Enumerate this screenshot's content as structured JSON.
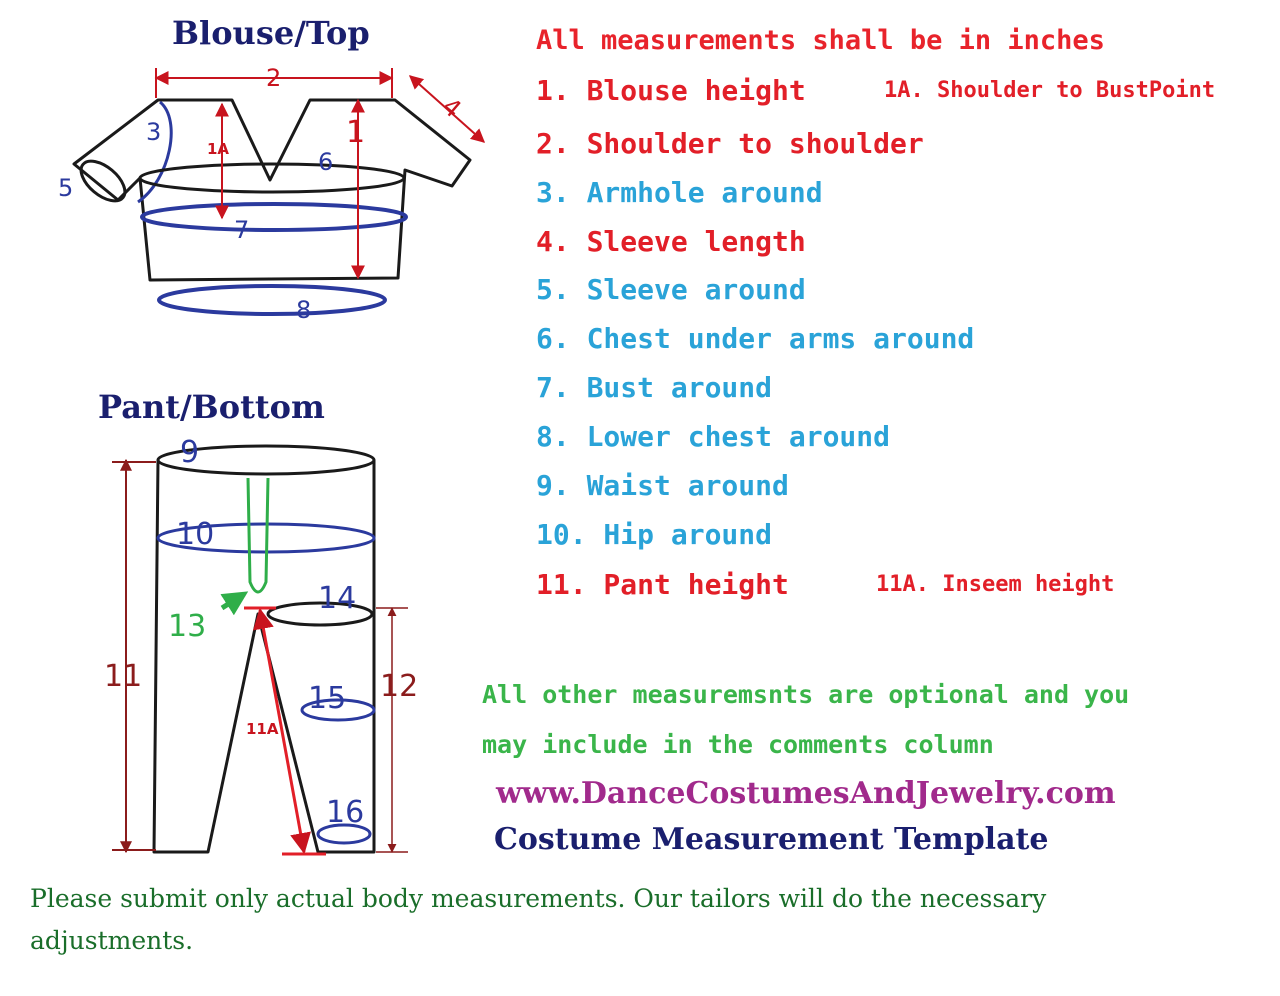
{
  "diagram": {
    "blouse_title": "Blouse/Top",
    "pant_title": "Pant/Bottom",
    "blouse_labels": {
      "l1": "1",
      "l1a": "1A",
      "l2": "2",
      "l3": "3",
      "l4": "4",
      "l5": "5",
      "l6": "6",
      "l7": "7",
      "l8": "8"
    },
    "pant_labels": {
      "l9": "9",
      "l10": "10",
      "l11": "11",
      "l11a": "11A",
      "l12": "12",
      "l13": "13",
      "l14": "14",
      "l15": "15",
      "l16": "16"
    },
    "colors": {
      "outline": "#1a1a1a",
      "measure_blue": "#2b3a9e",
      "measure_red": "#c8141e",
      "crotch_green": "#2fae49",
      "dim_brown": "#8b1c1c"
    }
  },
  "list": {
    "heading": "All measurements shall be in inches",
    "items": [
      {
        "text": "1. Blouse height",
        "color": "red"
      },
      {
        "text": "2. Shoulder to shoulder",
        "color": "red"
      },
      {
        "text": "3. Armhole around",
        "color": "blue"
      },
      {
        "text": "4. Sleeve length",
        "color": "red"
      },
      {
        "text": "5. Sleeve around",
        "color": "blue"
      },
      {
        "text": "6. Chest under arms around",
        "color": "blue"
      },
      {
        "text": "7. Bust around",
        "color": "blue"
      },
      {
        "text": "8. Lower chest around",
        "color": "blue"
      },
      {
        "text": "9. Waist around",
        "color": "blue"
      },
      {
        "text": "10. Hip around",
        "color": "blue"
      },
      {
        "text": "11. Pant height",
        "color": "red"
      }
    ],
    "note_1a": "1A. Shoulder to BustPoint",
    "note_11a": "11A. Inseem height"
  },
  "optional": {
    "line1": "All other measuremsnts are optional and you",
    "line2": "may include in the comments column"
  },
  "website": "www.DanceCostumesAndJewelry.com",
  "template_title": "Costume Measurement Template",
  "footer": {
    "line1": "Please submit only actual body measurements. Our tailors will do the necessary",
    "line2": "adjustments."
  }
}
